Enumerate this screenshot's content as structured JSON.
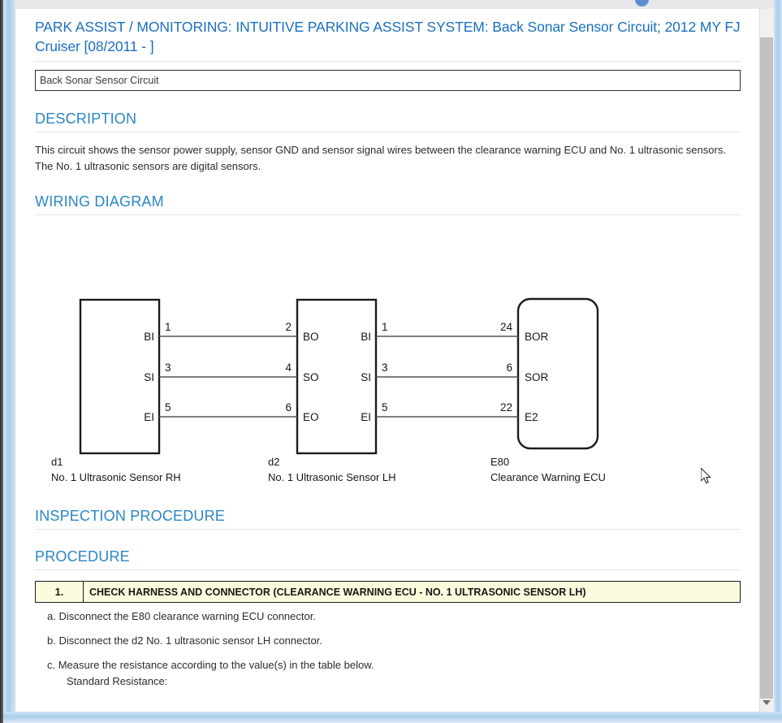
{
  "window": {
    "scrollbar": {
      "orientation": "vertical",
      "down_arrow_glyph": "▼"
    }
  },
  "document": {
    "title": "PARK ASSIST / MONITORING: INTUITIVE PARKING ASSIST SYSTEM: Back Sonar Sensor Circuit; 2012 MY FJ Cruiser [08/2011 -      ]",
    "subject_field": {
      "value": "Back Sonar Sensor Circuit",
      "placeholder": "Back Sonar Sensor Circuit"
    },
    "sections": {
      "description": {
        "heading": "DESCRIPTION",
        "body": "This circuit shows the sensor power supply, sensor GND and sensor signal wires between the clearance warning ECU and No. 1 ultrasonic sensors. The No. 1 ultrasonic sensors are digital sensors."
      },
      "wiring_diagram": {
        "heading": "WIRING DIAGRAM"
      },
      "inspection_procedure": {
        "heading": "INSPECTION PROCEDURE"
      },
      "procedure": {
        "heading": "PROCEDURE",
        "step_number": "1.",
        "step_title": "CHECK HARNESS AND CONNECTOR (CLEARANCE WARNING ECU - NO. 1 ULTRASONIC SENSOR LH)",
        "substeps": [
          "a. Disconnect the E80 clearance warning ECU connector.",
          "b. Disconnect the d2 No. 1 ultrasonic sensor LH connector.",
          "c. Measure the resistance according to the value(s) in the table below."
        ],
        "standard_label": "Standard Resistance:"
      }
    }
  },
  "diagram": {
    "components": [
      {
        "id": "d1",
        "code": "d1",
        "name": "No. 1 Ultrasonic Sensor RH",
        "shape": "rect",
        "right_terminals": [
          {
            "label": "BI",
            "pin": "1"
          },
          {
            "label": "SI",
            "pin": "3"
          },
          {
            "label": "EI",
            "pin": "5"
          }
        ],
        "left_terminals": []
      },
      {
        "id": "d2",
        "code": "d2",
        "name": "No. 1 Ultrasonic Sensor LH",
        "shape": "rect",
        "left_terminals": [
          {
            "label": "BO",
            "pin": "2"
          },
          {
            "label": "SO",
            "pin": "4"
          },
          {
            "label": "EO",
            "pin": "6"
          }
        ],
        "right_terminals": [
          {
            "label": "BI",
            "pin": "1"
          },
          {
            "label": "SI",
            "pin": "3"
          },
          {
            "label": "EI",
            "pin": "5"
          }
        ]
      },
      {
        "id": "E80",
        "code": "E80",
        "name": "Clearance Warning ECU",
        "shape": "rounded-rect",
        "left_terminals": [
          {
            "label": "BOR",
            "pin": "24"
          },
          {
            "label": "SOR",
            "pin": "6"
          },
          {
            "label": "E2",
            "pin": "22"
          }
        ],
        "right_terminals": []
      }
    ],
    "wires": [
      {
        "from": "d1.1 BI",
        "to": "d2.2 BO"
      },
      {
        "from": "d1.3 SI",
        "to": "d2.4 SO"
      },
      {
        "from": "d1.5 EI",
        "to": "d2.6 EO"
      },
      {
        "from": "d2.1 BI",
        "to": "E80.24 BOR"
      },
      {
        "from": "d2.3 SI",
        "to": "E80.6 SOR"
      },
      {
        "from": "d2.5 EI",
        "to": "E80.22 E2"
      }
    ]
  },
  "colors": {
    "title_blue": "#1a6fbf",
    "heading_blue": "#2b86c5",
    "procedure_highlight": "#fcfbdd",
    "body_text": "#2b2b2b",
    "frame_blue": "#a8ccea"
  }
}
